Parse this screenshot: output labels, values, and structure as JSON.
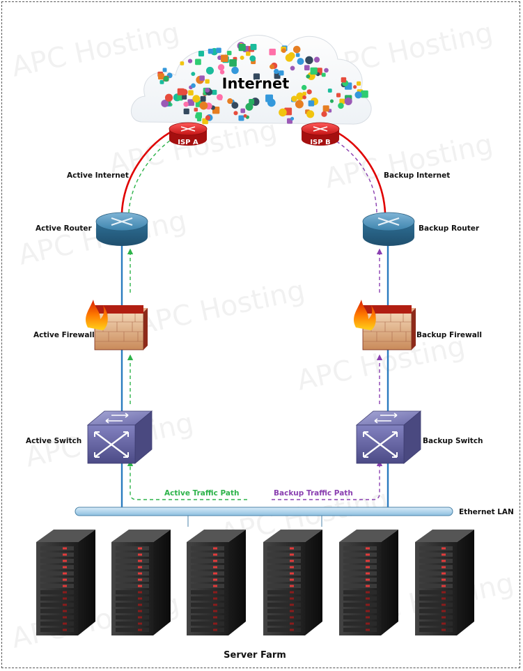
{
  "watermark": "APC Hosting",
  "cloud_label": "Internet",
  "isp": {
    "a": "ISP A",
    "b": "ISP B"
  },
  "labels": {
    "active_internet": "Active Internet",
    "backup_internet": "Backup Internet",
    "active_router": "Active Router",
    "backup_router": "Backup Router",
    "active_firewall": "Active Firewall",
    "backup_firewall": "Backup Firewall",
    "active_switch": "Active Switch",
    "backup_switch": "Backup Switch",
    "active_traffic_path": "Active Traffic Path",
    "backup_traffic_path": "Backup Traffic Path",
    "ethernet_lan": "Ethernet LAN",
    "server_farm": "Server Farm"
  },
  "colors": {
    "active_link": "#e00000",
    "backup_link": "#e00000",
    "lan_line": "#2a7bbf",
    "active_path": "#2db34a",
    "backup_path": "#8a3fb0",
    "router": "#3d84ad",
    "switch": "#5b5a9a",
    "firewall": "#c0392b",
    "server": "#2b2b2b"
  },
  "icons": [
    "cloud-icon",
    "router-icon",
    "firewall-icon",
    "switch-icon",
    "server-icon"
  ]
}
